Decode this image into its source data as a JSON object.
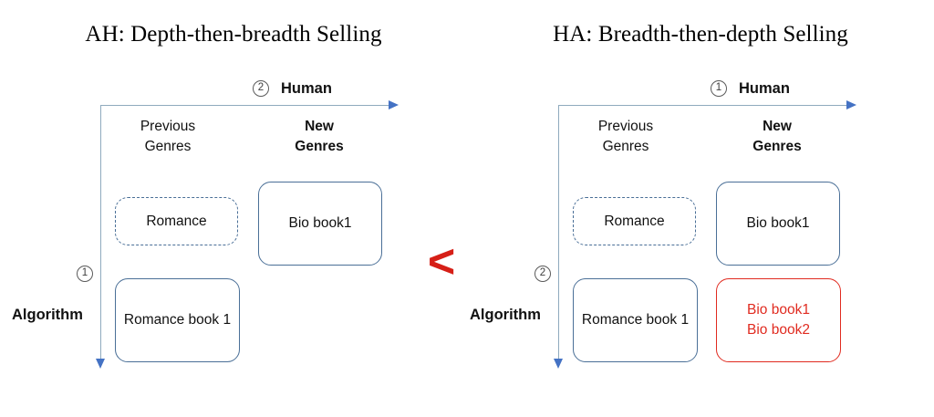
{
  "comparison": {
    "operator": "<",
    "color": "#d61f17"
  },
  "theme": {
    "axis_line": "#8faabe",
    "arrow_head": "#4472c4",
    "box_blue": "#4a6f97",
    "box_red": "#e02b20",
    "text": "#111111"
  },
  "panels": [
    {
      "id": "AH",
      "title": "AH: Depth-then-breadth Selling",
      "axes": {
        "horizontal": {
          "label": "Human",
          "step": "2"
        },
        "vertical": {
          "label": "Algorithm",
          "step": "1"
        }
      },
      "columns": [
        {
          "label": "Previous\nGenres",
          "bold": false
        },
        {
          "label": "New\nGenres",
          "bold": true
        }
      ],
      "boxes": [
        {
          "text": "Romance",
          "style": "dashed-blue",
          "column": "Previous Genres",
          "row": "top"
        },
        {
          "text": "Bio book1",
          "style": "solid-blue",
          "column": "New Genres",
          "row": "top"
        },
        {
          "text": "Romance book 1",
          "style": "solid-blue",
          "column": "Previous Genres",
          "row": "bottom"
        }
      ]
    },
    {
      "id": "HA",
      "title": "HA: Breadth-then-depth Selling",
      "axes": {
        "horizontal": {
          "label": "Human",
          "step": "1"
        },
        "vertical": {
          "label": "Algorithm",
          "step": "2"
        }
      },
      "columns": [
        {
          "label": "Previous\nGenres",
          "bold": false
        },
        {
          "label": "New\nGenres",
          "bold": true
        }
      ],
      "boxes": [
        {
          "text": "Romance",
          "style": "dashed-blue",
          "column": "Previous Genres",
          "row": "top"
        },
        {
          "text": "Bio book1",
          "style": "solid-blue",
          "column": "New Genres",
          "row": "top"
        },
        {
          "text": "Romance book 1",
          "style": "solid-blue",
          "column": "Previous Genres",
          "row": "bottom"
        },
        {
          "text": "Bio book1\nBio book2",
          "style": "solid-red",
          "column": "New Genres",
          "row": "bottom"
        }
      ]
    }
  ]
}
